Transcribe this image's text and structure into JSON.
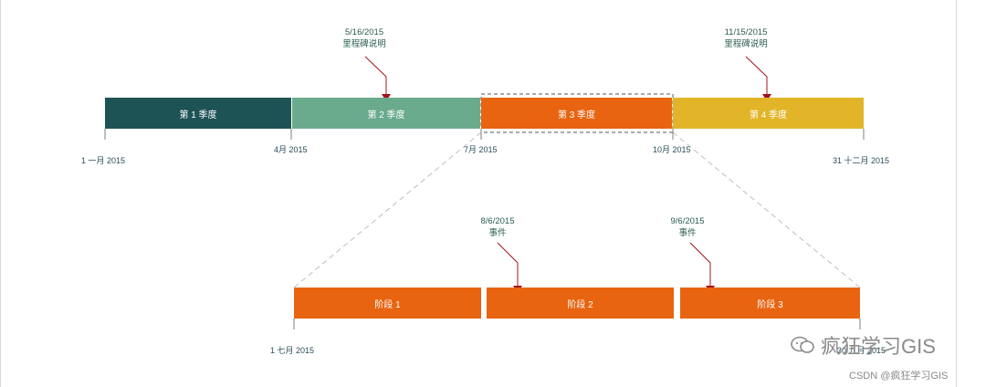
{
  "timeline": {
    "segments": [
      {
        "label": "第 1 季度",
        "color": "#1e5356"
      },
      {
        "label": "第 2 季度",
        "color": "#6aab8e"
      },
      {
        "label": "第 3 季度",
        "color": "#e86411"
      },
      {
        "label": "第 4 季度",
        "color": "#e2b529"
      }
    ],
    "ticks": [
      "1 一月 2015",
      "4月 2015",
      "7月 2015",
      "10月 2015",
      "31 十二月 2015"
    ],
    "milestones": [
      {
        "date": "5/16/2015",
        "label": "里程碑说明"
      },
      {
        "date": "11/15/2015",
        "label": "里程碑说明"
      }
    ]
  },
  "zoom": {
    "segments": [
      {
        "label": "阶段 1",
        "color": "#e86411"
      },
      {
        "label": "阶段 2",
        "color": "#e86411"
      },
      {
        "label": "阶段 3",
        "color": "#e86411"
      }
    ],
    "ticks": [
      "1 七月 2015",
      "30 九月 2015"
    ],
    "events": [
      {
        "date": "8/6/2015",
        "label": "事件"
      },
      {
        "date": "9/6/2015",
        "label": "事件"
      }
    ]
  },
  "colors": {
    "arrow": "#a3141b",
    "tick": "#7f7f7f",
    "dashed": "#bfbfbf"
  },
  "watermark": {
    "main": "疯狂学习GIS",
    "csdn": "CSDN @疯狂学习GIS",
    "icon": "wechat-icon"
  }
}
